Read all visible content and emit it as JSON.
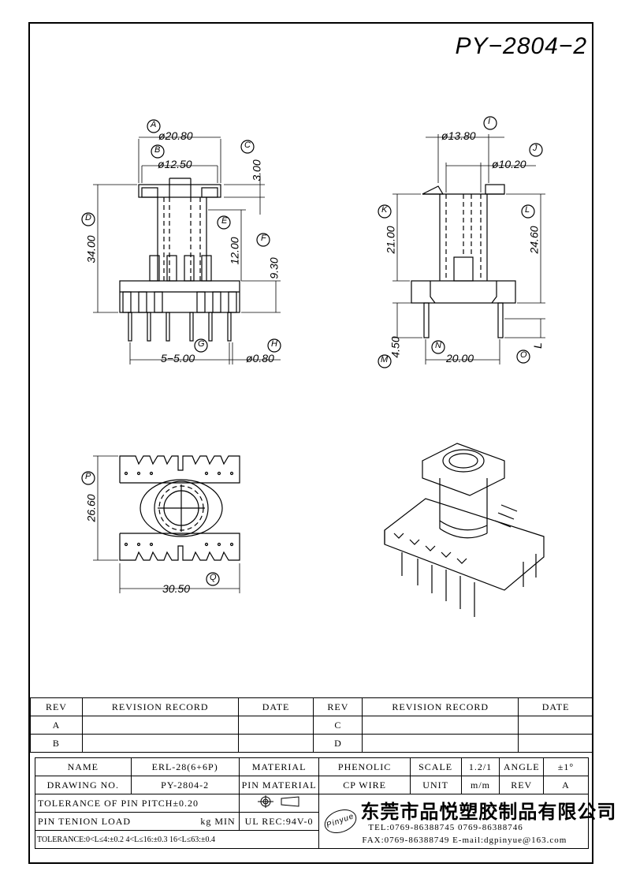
{
  "drawing_number": "PY−2804−2",
  "dimensions": {
    "A": "A",
    "A_value": "ø20.80",
    "B": "B",
    "B_value": "ø12.50",
    "C": "C",
    "C_value": "3.00",
    "D": "D",
    "D_value": "34.00",
    "E": "E",
    "E_value": "12.00",
    "F": "F",
    "F_value": "9.30",
    "G": "G",
    "G_value": "5−5.00",
    "H": "H",
    "H_value": "ø0.80",
    "I": "I",
    "I_value": "ø13.80",
    "J": "J",
    "J_value": "ø10.20",
    "K": "K",
    "K_value": "21.00",
    "L": "L",
    "L_value": "24.60",
    "M": "M",
    "M_value": "4.50",
    "N": "N",
    "N_value": "20.00",
    "O": "O",
    "O_value": "L",
    "P": "P",
    "P_value": "26.60",
    "Q": "Q",
    "Q_value": "30.50"
  },
  "revision_table": {
    "rev_header": "REV",
    "record_header": "REVISION RECORD",
    "date_header": "DATE",
    "rows": [
      {
        "left_rev": "A",
        "right_rev": "C"
      },
      {
        "left_rev": "B",
        "right_rev": "D"
      }
    ]
  },
  "info_table": {
    "name_label": "NAME",
    "name_value": "ERL-28(6+6P)",
    "material_label": "MATERIAL",
    "material_value": "PHENOLIC",
    "scale_label": "SCALE",
    "scale_value": "1.2/1",
    "angle_label": "ANGLE",
    "angle_value": "±1°",
    "drawing_no_label": "DRAWING NO.",
    "drawing_no_value": "PY-2804-2",
    "pin_material_label": "PIN MATERIAL",
    "pin_material_value": "CP WIRE",
    "unit_label": "UNIT",
    "unit_value": "m/m",
    "rev_label": "REV",
    "rev_value": "A",
    "pin_pitch_tolerance": "TOLERANCE OF PIN PITCH±0.20",
    "pin_tension_label": "PIN TENION LOAD",
    "pin_tension_unit": "kg MIN",
    "ul_rec": "UL REC:94V-0",
    "tolerance_line": "TOLERANCE:0<L≤4:±0.2  4<L≤16:±0.3  16<L≤63:±0.4",
    "company_name": "东莞市品悦塑胶制品有限公司",
    "tel": "TEL:0769-86388745    0769-86388746",
    "fax": "FAX:0769-86388749    E-mail:dgpinyue@163.com",
    "logo_text": "Pinyue"
  }
}
